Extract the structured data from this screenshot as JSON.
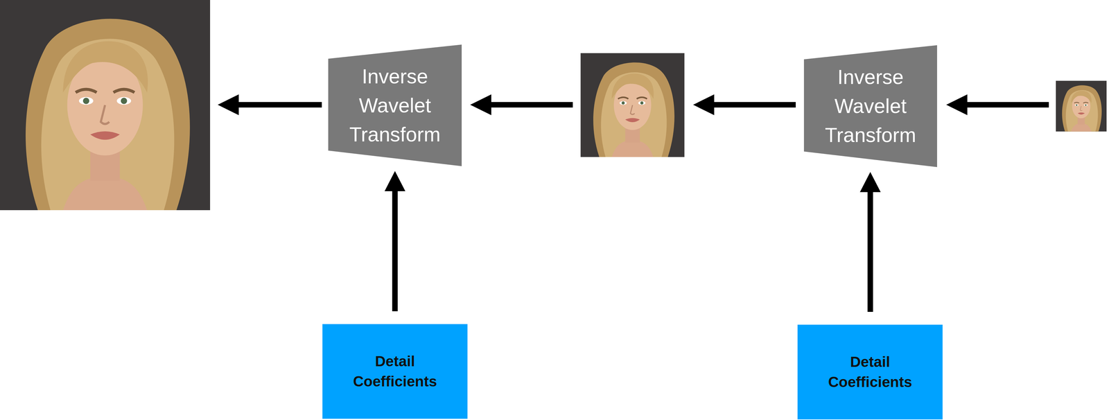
{
  "diagram": {
    "nodes": [
      {
        "text": [
          "Inverse Wavelet Transform"
        ]
      },
      {
        "text": [
          "Inverse Wavelet Transform"
        ]
      },
      {
        "text": [
          "Detail Coefficients"
        ]
      },
      {
        "text": [
          "Detail Coefficients"
        ]
      }
    ],
    "edges": [
      {
        "from": 2,
        "to": 0,
        "arrow": "to"
      },
      {
        "from": 3,
        "to": 1,
        "arrow": "to"
      }
    ]
  }
}
